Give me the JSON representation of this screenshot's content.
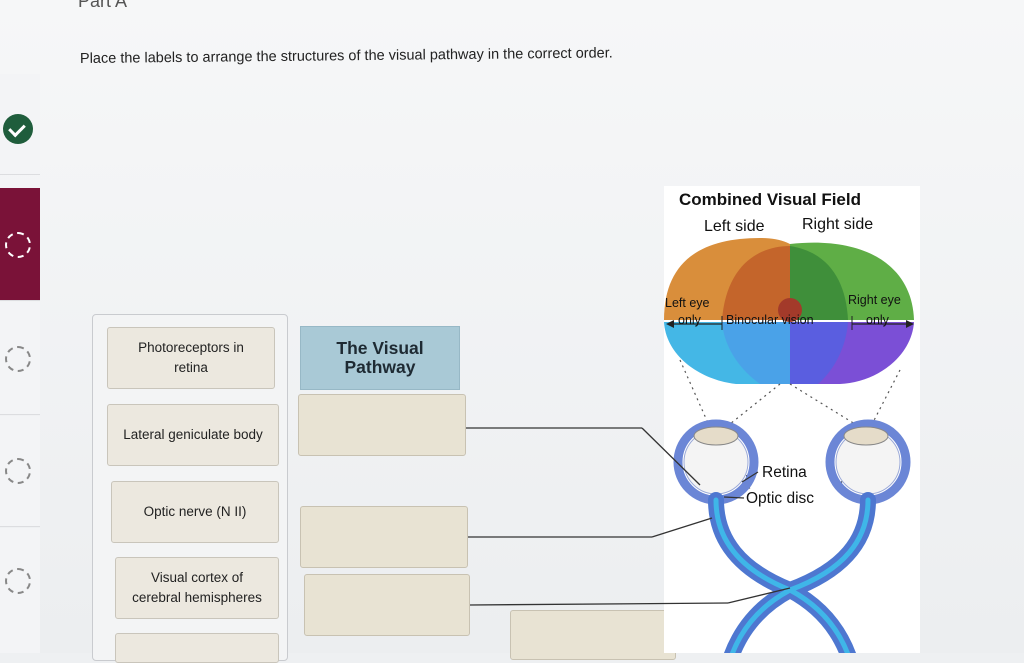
{
  "header": {
    "part_label": "Part A"
  },
  "question": {
    "instruction": "Place the labels to arrange the structures of the visual pathway in the correct order."
  },
  "rail": {
    "items": [
      {
        "state": "complete"
      },
      {
        "state": "current"
      },
      {
        "state": "pending"
      },
      {
        "state": "pending"
      },
      {
        "state": "pending"
      }
    ]
  },
  "label_bank": {
    "labels": [
      "Photoreceptors in\nretina",
      "Lateral geniculate body",
      "Optic nerve (N II)",
      "Visual cortex of\ncerebral hemispheres"
    ]
  },
  "pathway": {
    "title": "The Visual\nPathway"
  },
  "diagram": {
    "title": "Combined Visual Field",
    "left_side": "Left side",
    "right_side": "Right side",
    "left_eye": "Left eye",
    "left_only": "only",
    "binocular": "Binocular vision",
    "right_eye": "Right eye",
    "right_only": "only",
    "retina": "Retina",
    "optic_disc": "Optic disc",
    "colors": {
      "left_field": "#d98e3b",
      "right_field": "#5fae46",
      "overlap": "#b05a2c",
      "lower_left": "#44b7e6",
      "lower_right": "#7b4fd6",
      "eye": "#6b86d6"
    }
  }
}
